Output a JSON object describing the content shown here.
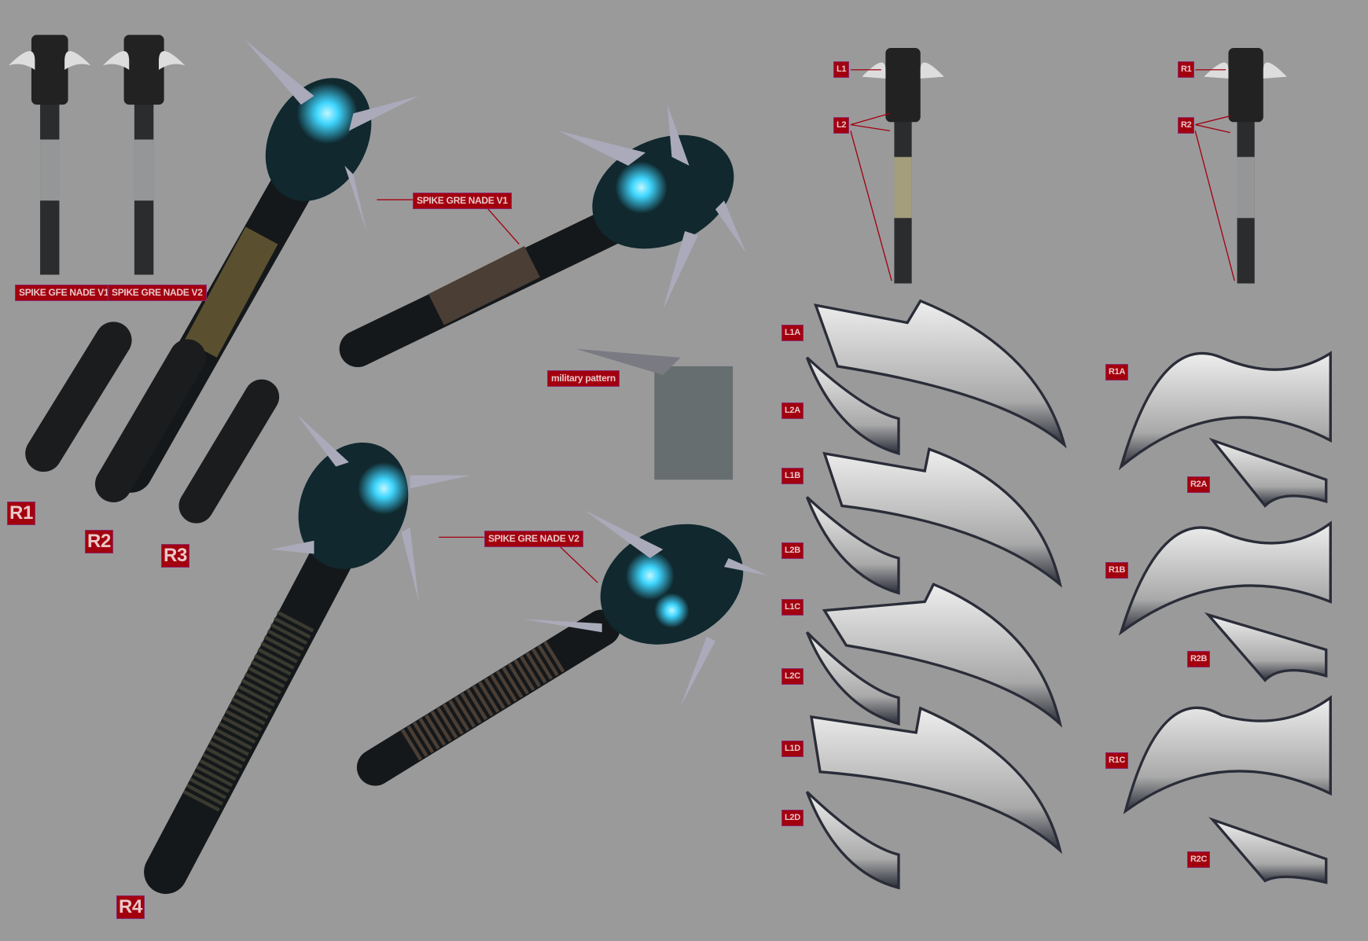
{
  "labels": {
    "spike_gfe_nade_v1": "SPIKE GFE NADE V1",
    "spike_gre_nade_v2_small": "SPIKE GRE NADE V2",
    "spike_gre_nade_v1": "SPIKE GRE NADE V1",
    "military_pattern": "military pattern",
    "spike_gre_nade_v2": "SPIKE GRE NADE V2"
  },
  "handles": [
    "R1",
    "R2",
    "R3",
    "R4"
  ],
  "side_views": {
    "left": [
      "L1",
      "L2"
    ],
    "right": [
      "R1",
      "R2"
    ]
  },
  "left_blades": [
    "L1A",
    "L2A",
    "L1B",
    "L2B",
    "L1C",
    "L2C",
    "L1D",
    "L2D"
  ],
  "right_blades": [
    "R1A",
    "R2A",
    "R1B",
    "R2B",
    "R1C",
    "R2C"
  ],
  "colors": {
    "background": "#9a9a9b",
    "label": "#a3000f",
    "glow": "#3fd6ff",
    "metal": "#1c1f22",
    "blade": "#cfcfcf"
  }
}
